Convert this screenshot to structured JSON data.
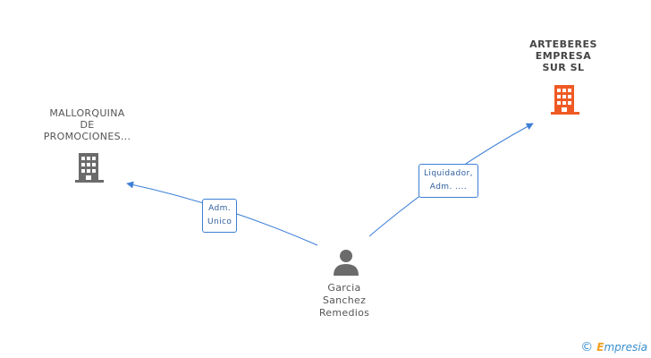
{
  "nodes": {
    "company_a": {
      "name_lines": [
        "MALLORQUINA",
        "DE",
        "PROMOCIONES..."
      ],
      "icon": "building-icon",
      "color": "#6b6b6b"
    },
    "company_b": {
      "name_lines": [
        "ARTEBERES",
        "EMPRESA",
        "SUR SL"
      ],
      "icon": "building-icon",
      "color": "#ef5a24"
    },
    "person": {
      "name_lines": [
        "Garcia",
        "Sanchez",
        "Remedios"
      ],
      "icon": "person-icon",
      "color": "#6b6b6b"
    }
  },
  "relations": [
    {
      "id": "rel_a",
      "lines": [
        "Adm.",
        "Unico"
      ]
    },
    {
      "id": "rel_b",
      "lines": [
        "Liquidador,",
        "Adm. ...."
      ]
    }
  ],
  "colors": {
    "edge": "#3d7fd6",
    "relation_border": "#3d7fd6"
  },
  "footer": {
    "copyright": "©",
    "brand_initial": "E",
    "brand_rest": "mpresia"
  }
}
